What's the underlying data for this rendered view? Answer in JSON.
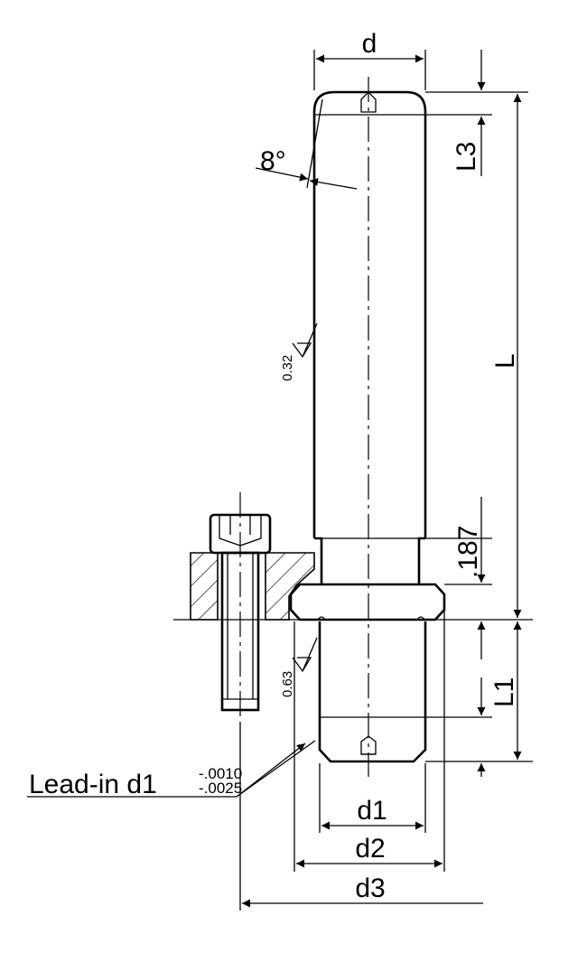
{
  "labels": {
    "d": "d",
    "L3": "L3",
    "angle": "8°",
    "L": "L",
    "dim_187": ".187",
    "L1": "L1",
    "d1": "d1",
    "d2": "d2",
    "d3": "d3",
    "finish_upper": "0.32",
    "finish_lower": "0.63",
    "lead_in": "Lead-in d1",
    "tol_upper": "-.0010",
    "tol_lower": "-.0025"
  }
}
